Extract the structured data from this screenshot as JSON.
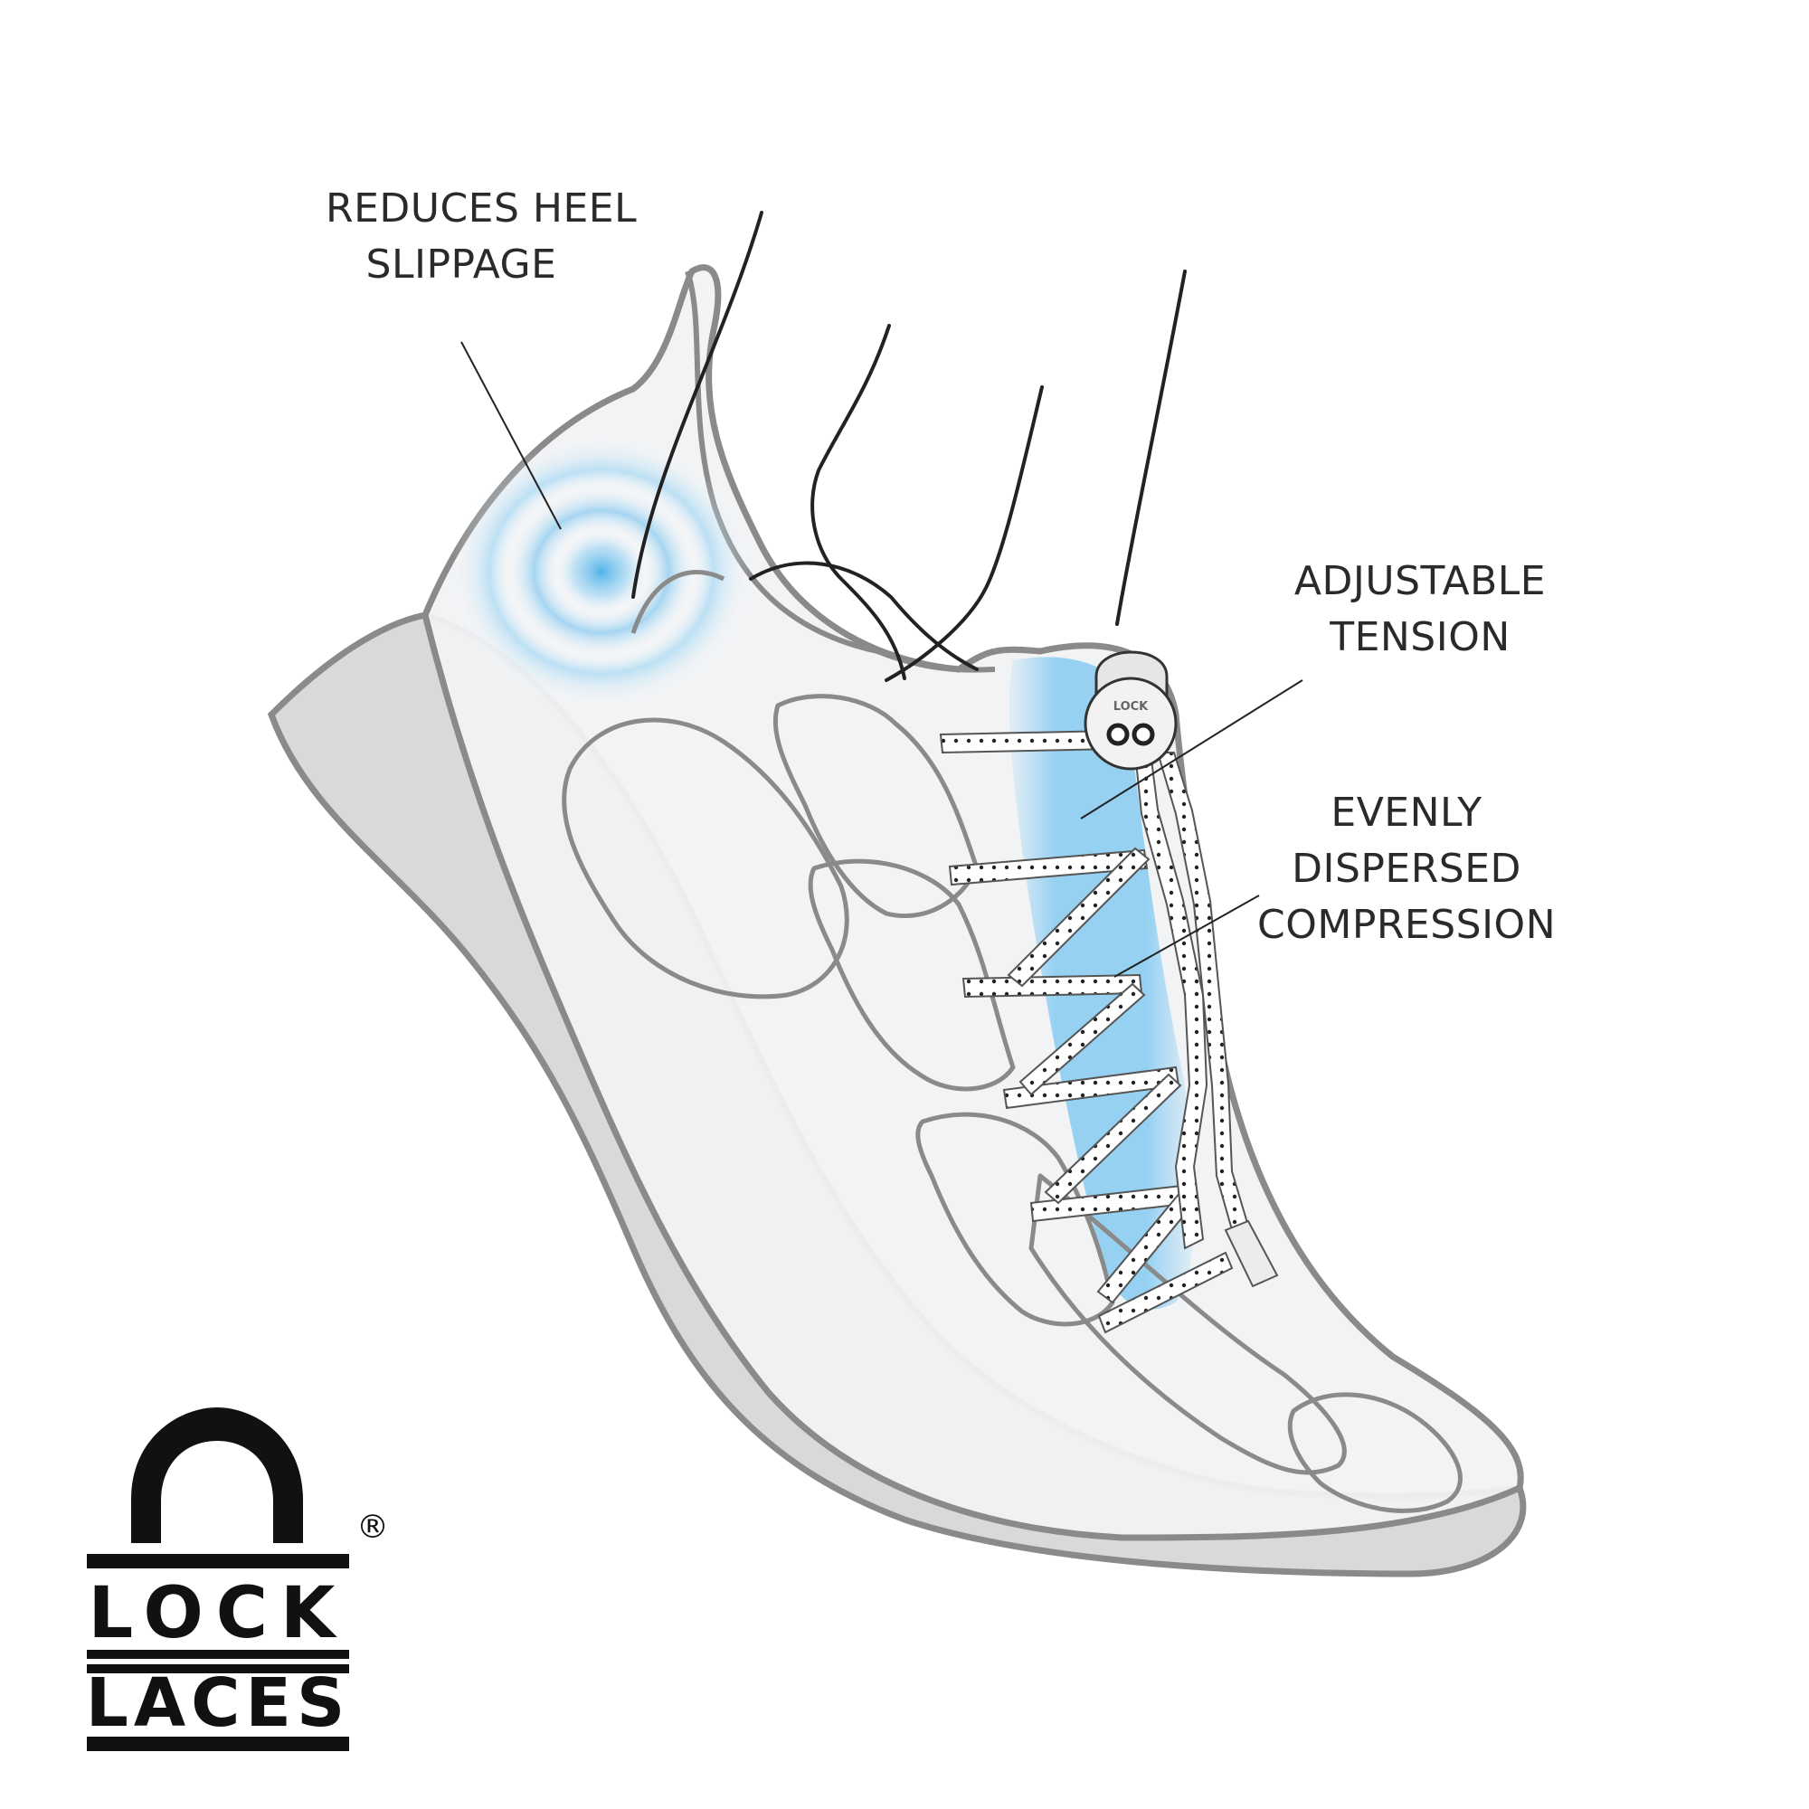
{
  "callouts": {
    "heel": {
      "line1": "REDUCES HEEL",
      "line2": "SLIPPAGE"
    },
    "tension": {
      "line1": "ADJUSTABLE",
      "line2": "TENSION"
    },
    "compression": {
      "line1": "EVENLY",
      "line2": "DISPERSED",
      "line3": "COMPRESSION"
    }
  },
  "logo": {
    "word1": "LOCK",
    "word2": "LACES",
    "registered": "®",
    "lock_toggle_text": "LOCK"
  },
  "colors": {
    "outline": "#8a8a8a",
    "sole_fill": "#d9d9d9",
    "shoe_fill": "#f1f2f4",
    "highlight_blue": "#8fcdf0",
    "ink": "#1a1a1a"
  }
}
